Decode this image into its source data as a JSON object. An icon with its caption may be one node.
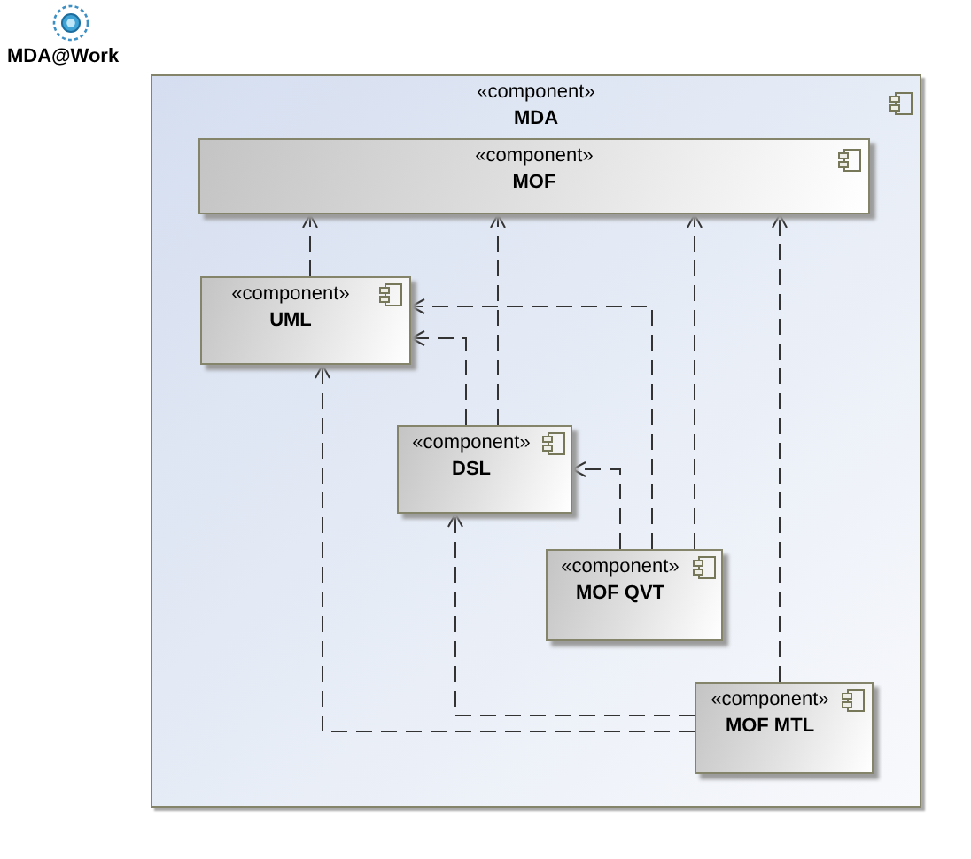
{
  "diagram": {
    "nodes": [
      {
        "text": [
          "«component»",
          "MDA"
        ]
      },
      {
        "text": [
          "«component»",
          "MOF"
        ],
        "in": 0
      },
      {
        "text": [
          "«component»",
          "UML"
        ],
        "in": 0
      },
      {
        "text": [
          "«component»",
          "DSL"
        ],
        "in": 0
      },
      {
        "text": [
          "«component»",
          "MOF QVT"
        ],
        "in": 0
      },
      {
        "text": [
          "«component»",
          "MOF MTL"
        ],
        "in": 0
      }
    ],
    "edges": [
      {
        "from": 2,
        "to": 1,
        "arrow": "to",
        "style": "dashed"
      },
      {
        "from": 3,
        "to": 1,
        "arrow": "to",
        "style": "dashed"
      },
      {
        "from": 4,
        "to": 1,
        "arrow": "to",
        "style": "dashed"
      },
      {
        "from": 5,
        "to": 1,
        "arrow": "to",
        "style": "dashed"
      },
      {
        "from": 3,
        "to": 2,
        "arrow": "to",
        "style": "dashed"
      },
      {
        "from": 4,
        "to": 2,
        "arrow": "to",
        "style": "dashed"
      },
      {
        "from": 5,
        "to": 2,
        "arrow": "to",
        "style": "dashed"
      },
      {
        "from": 4,
        "to": 3,
        "arrow": "to",
        "style": "dashed"
      },
      {
        "from": 5,
        "to": 3,
        "arrow": "to",
        "style": "dashed"
      }
    ],
    "labels": [
      "MDA@Work"
    ]
  }
}
